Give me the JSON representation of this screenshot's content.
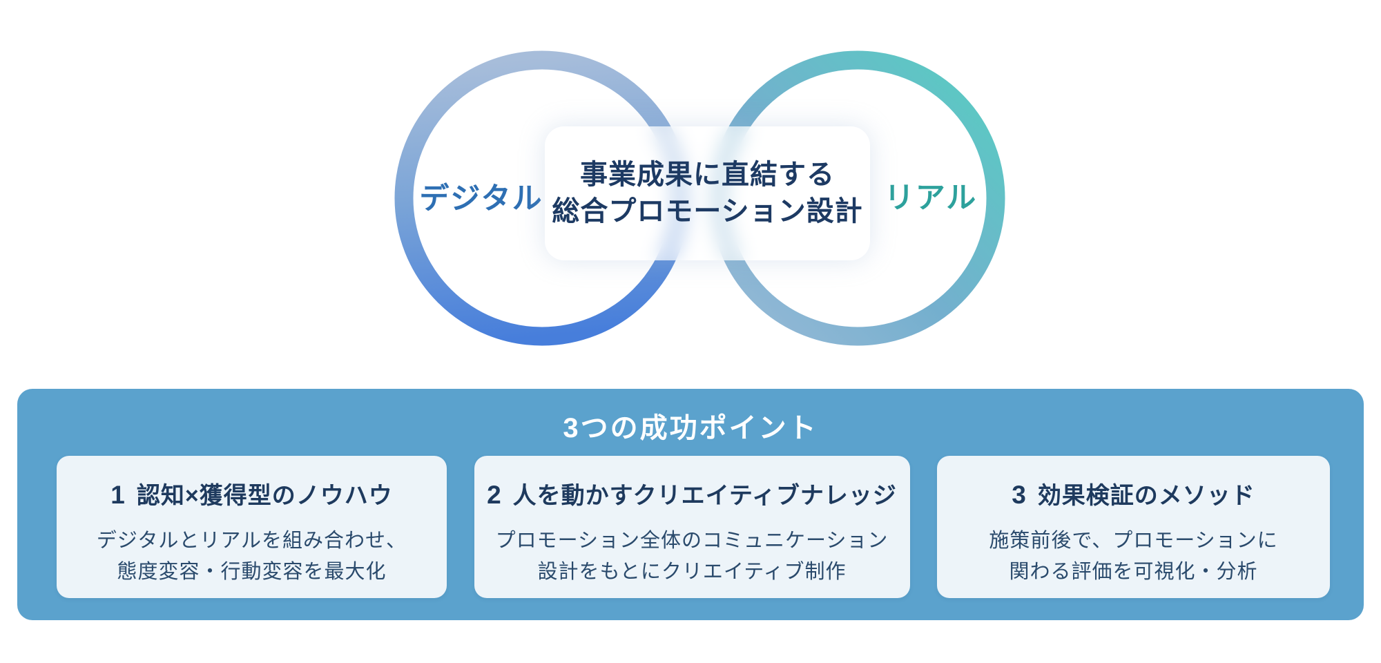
{
  "diagram": {
    "left_loop_label": "デジタル",
    "right_loop_label": "リアル",
    "center_title_line1": "事業成果に直結する",
    "center_title_line2": "総合プロモーション設計"
  },
  "points_panel": {
    "heading": "3つの成功ポイント",
    "cards": [
      {
        "number": "1",
        "title": "認知×獲得型のノウハウ",
        "body": "デジタルとリアルを組み合わせ、\n態度変容・行動変容を最大化"
      },
      {
        "number": "2",
        "title": "人を動かすクリエイティブナレッジ",
        "body": "プロモーション全体のコミュニケーション\n設計をもとにクリエイティブ制作"
      },
      {
        "number": "3",
        "title": "効果検証のメソッド",
        "body": "施策前後で、プロモーションに\n関わる評価を可視化・分析"
      }
    ]
  },
  "colors": {
    "digital_label": "#2e6fb3",
    "real_label": "#2da19c",
    "digital_ring_gradient": [
      "#a7bdda",
      "#7aa4d7",
      "#477edb"
    ],
    "real_ring_gradient": [
      "#95b9d6",
      "#74afce",
      "#5bc9c3"
    ],
    "center_title_text": "#1d3a63",
    "panel_background": "#5ba2cd",
    "card_background": "#edf4f9",
    "card_title_text": "#1e3a5e",
    "card_body_text": "#2a4a6c",
    "panel_heading_text": "#ffffff"
  }
}
